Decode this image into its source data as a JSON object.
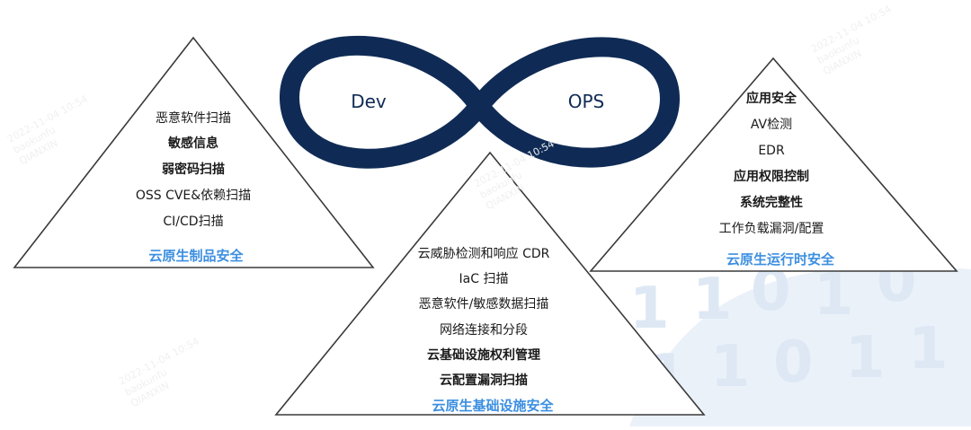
{
  "loop": {
    "left_label": "Dev",
    "right_label": "OPS"
  },
  "triangles": [
    {
      "category": "云原生制品安全",
      "items": [
        {
          "text": "恶意软件扫描",
          "bold": false
        },
        {
          "text": "敏感信息",
          "bold": true
        },
        {
          "text": "弱密码扫描",
          "bold": true
        },
        {
          "text": "OSS CVE&依赖扫描",
          "bold": false
        },
        {
          "text": "CI/CD扫描",
          "bold": false
        }
      ]
    },
    {
      "category": "云原生基础设施安全",
      "items": [
        {
          "text": "云威胁检测和响应 CDR",
          "bold": false
        },
        {
          "text": "IaC 扫描",
          "bold": false
        },
        {
          "text": "恶意软件/敏感数据扫描",
          "bold": false
        },
        {
          "text": "网络连接和分段",
          "bold": false
        },
        {
          "text": "云基础设施权利管理",
          "bold": true
        },
        {
          "text": "云配置漏洞扫描",
          "bold": true
        }
      ]
    },
    {
      "category": "云原生运行时安全",
      "items": [
        {
          "text": "应用安全",
          "bold": true
        },
        {
          "text": "AV检测",
          "bold": false
        },
        {
          "text": "EDR",
          "bold": false
        },
        {
          "text": "应用权限控制",
          "bold": true
        },
        {
          "text": "系统完整性",
          "bold": true
        },
        {
          "text": "工作负载漏洞/配置",
          "bold": false
        }
      ]
    }
  ],
  "watermark": {
    "lines": [
      "2022-11-04 10:54",
      "baokunfu",
      "QIANXIN"
    ]
  },
  "decoration": {
    "digits": [
      "1",
      "1",
      "0",
      "1",
      "0",
      "1",
      "1",
      "0",
      "1",
      "1"
    ]
  }
}
